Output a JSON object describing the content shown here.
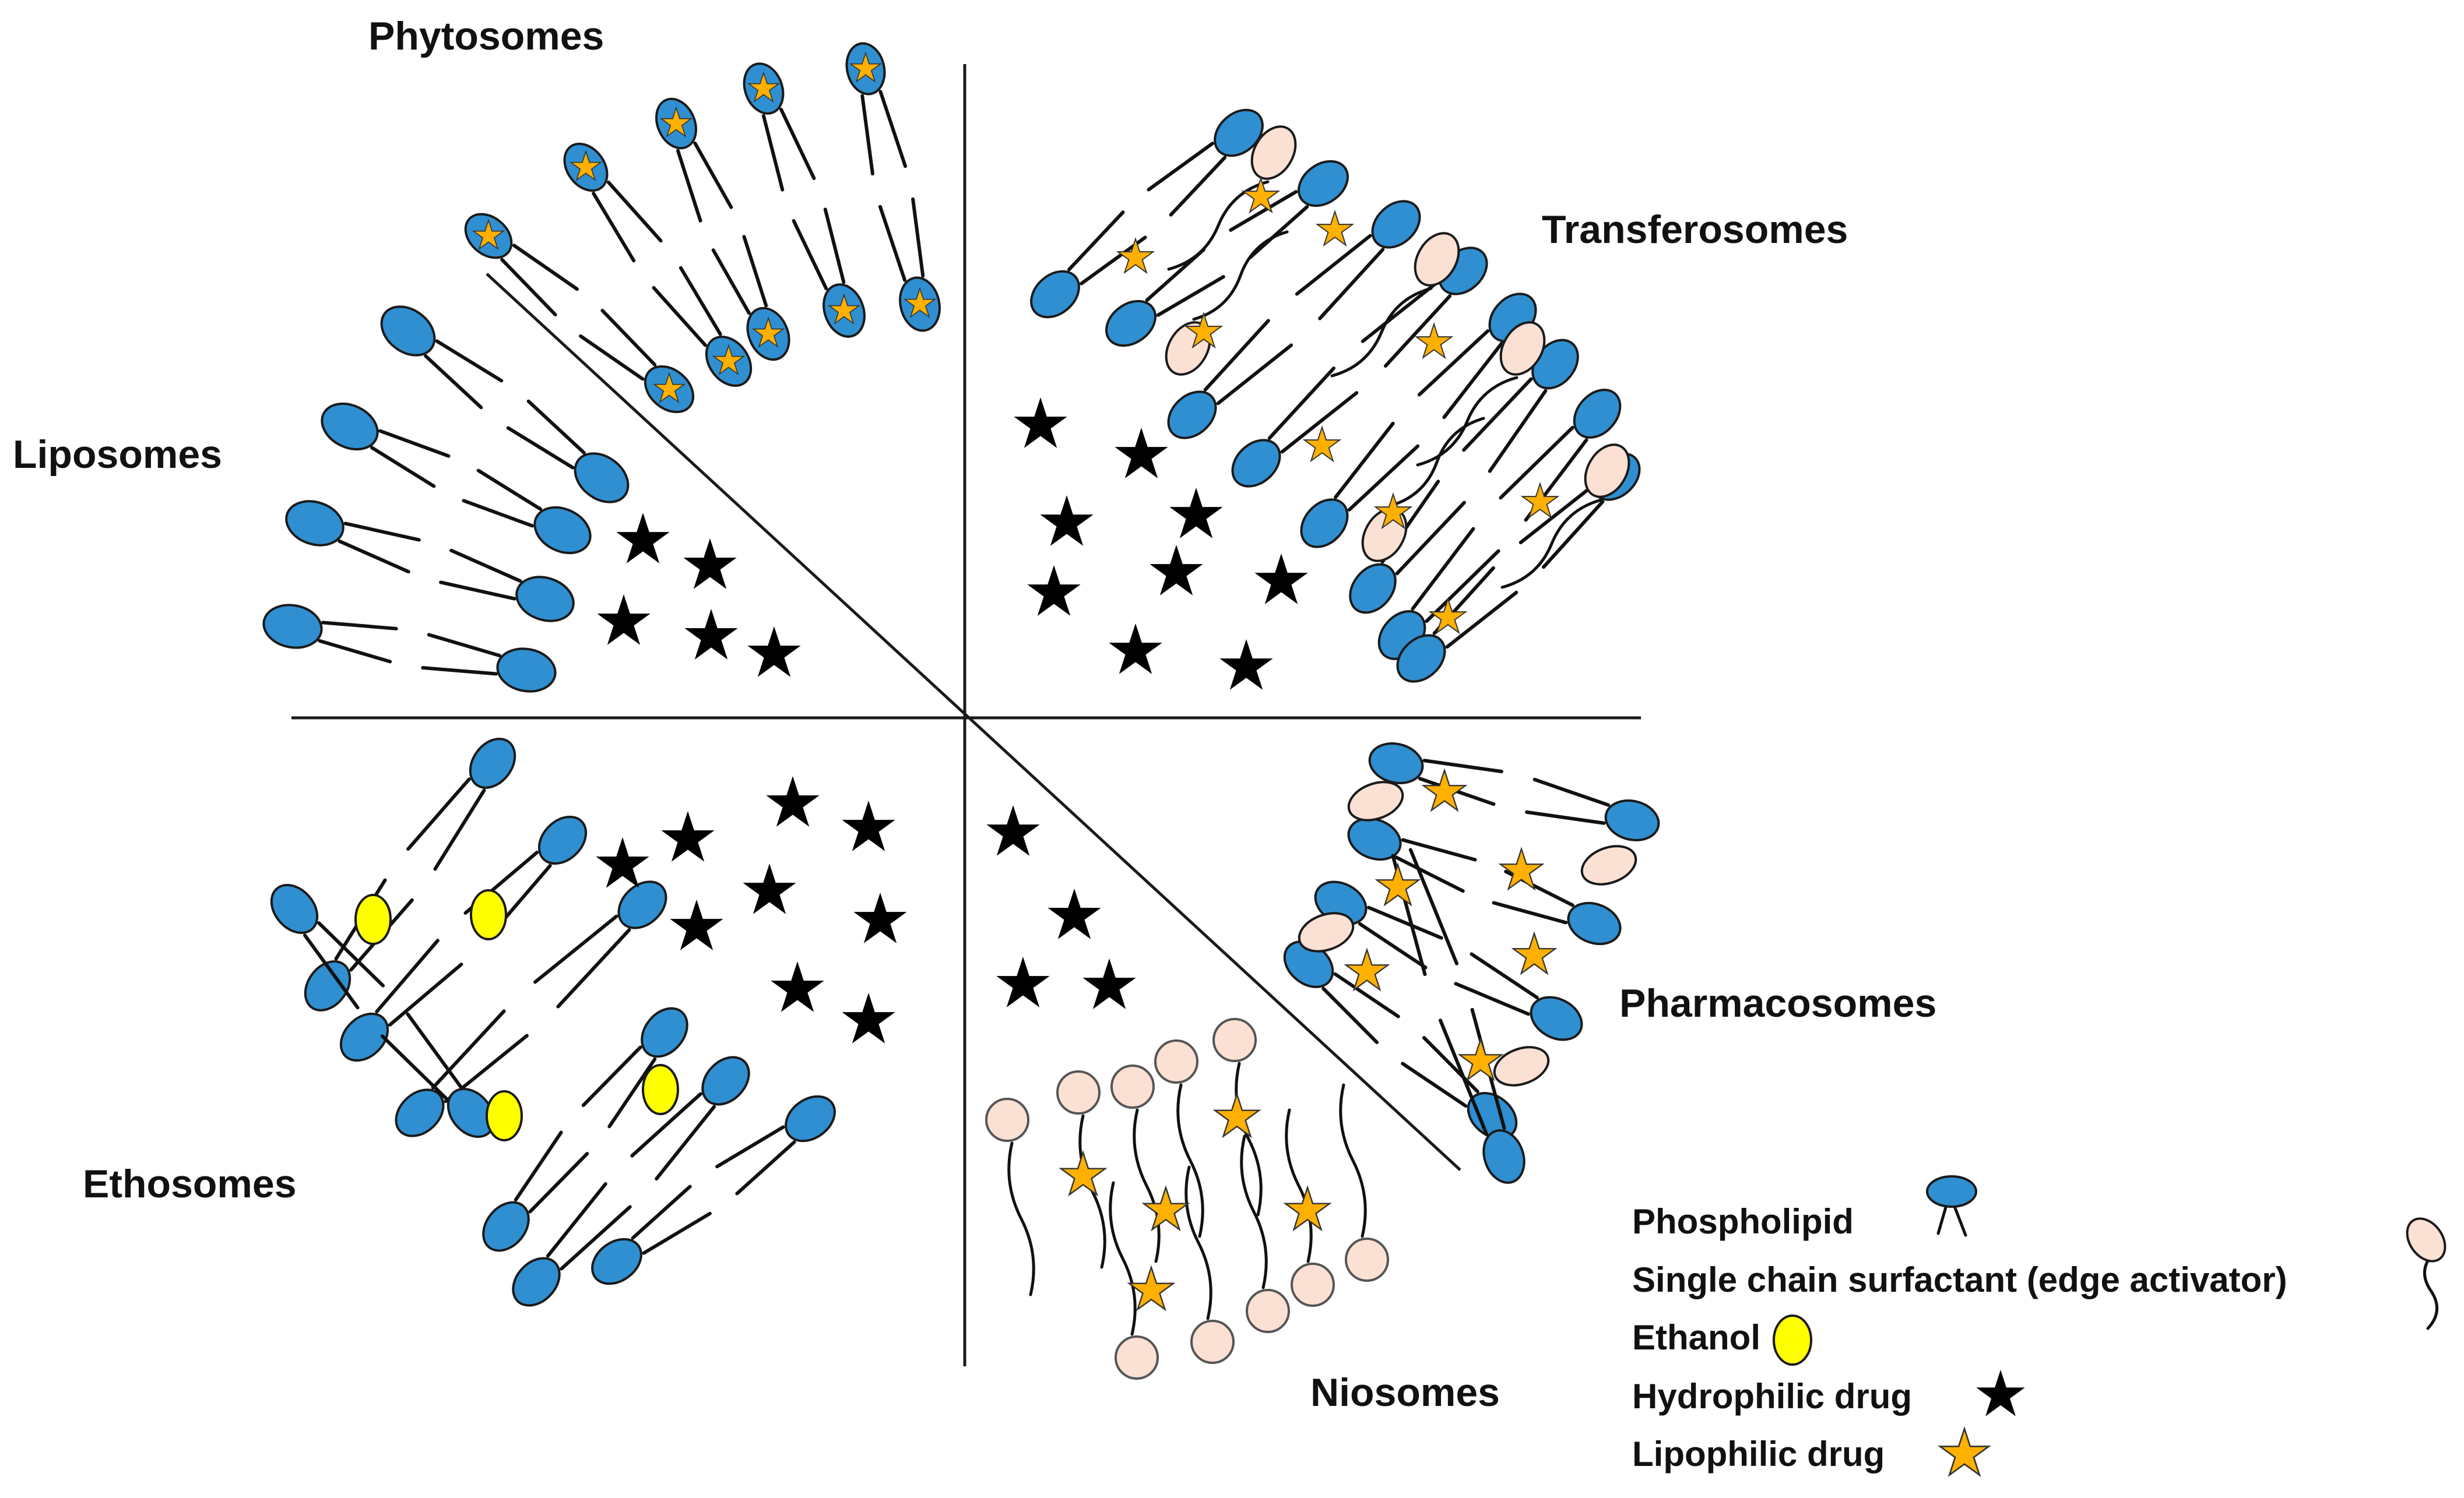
{
  "sections": [
    {
      "id": "phytosomes",
      "label": "Phytosomes"
    },
    {
      "id": "transferosomes",
      "label": "Transferosomes"
    },
    {
      "id": "liposomes",
      "label": "Liposomes"
    },
    {
      "id": "pharmacosomes",
      "label": "Pharmacosomes"
    },
    {
      "id": "ethosomes",
      "label": "Ethosomes"
    },
    {
      "id": "niosomes",
      "label": "Niosomes"
    }
  ],
  "legend": [
    {
      "id": "phospholipid",
      "label": "Phospholipid",
      "icon": "phospholipid-icon"
    },
    {
      "id": "surfactant",
      "label": "Single chain surfactant (edge activator)",
      "icon": "surfactant-icon"
    },
    {
      "id": "ethanol",
      "label": "Ethanol",
      "icon": "ethanol-icon"
    },
    {
      "id": "hydrophilic",
      "label": "Hydrophilic drug",
      "icon": "hydrophilic-drug-icon"
    },
    {
      "id": "lipophilic",
      "label": "Lipophilic drug",
      "icon": "lipophilic-drug-icon"
    }
  ],
  "colors": {
    "phospholipid": "#2f8fd0",
    "surfactant": "#fbe0d4",
    "ethanol": "#ffff00",
    "hydrophilic": "#000000",
    "lipophilic": "#ffb000",
    "outline": "#1a1a1a"
  }
}
